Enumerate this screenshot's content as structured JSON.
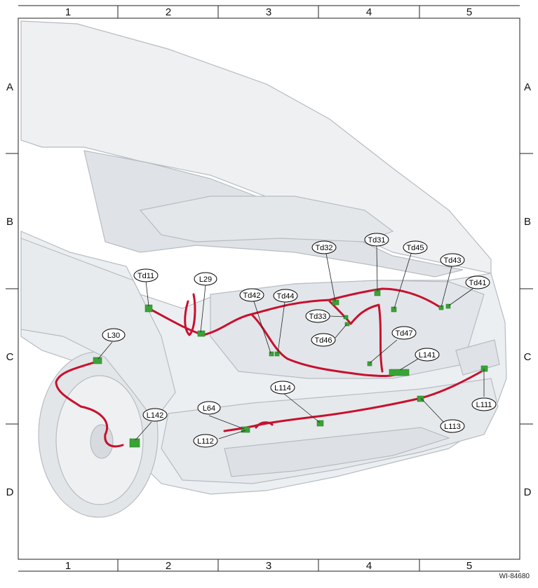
{
  "grid": {
    "columns": [
      "1",
      "2",
      "3",
      "4",
      "5"
    ],
    "rows": [
      "A",
      "B",
      "C",
      "D"
    ]
  },
  "reference_id": "WI-84680",
  "colors": {
    "harness": "#c8102e",
    "connector": "#3aa335",
    "body_fill": "#e9ecef",
    "body_stroke": "#b7bcc2"
  },
  "callouts": [
    {
      "id": "td11",
      "label": "Td11"
    },
    {
      "id": "l29",
      "label": "L29"
    },
    {
      "id": "td42",
      "label": "Td42"
    },
    {
      "id": "td44",
      "label": "Td44"
    },
    {
      "id": "td32",
      "label": "Td32"
    },
    {
      "id": "td31",
      "label": "Td31"
    },
    {
      "id": "td45",
      "label": "Td45"
    },
    {
      "id": "td43",
      "label": "Td43"
    },
    {
      "id": "td41",
      "label": "Td41"
    },
    {
      "id": "td33",
      "label": "Td33"
    },
    {
      "id": "td46",
      "label": "Td46"
    },
    {
      "id": "td47",
      "label": "Td47"
    },
    {
      "id": "l141",
      "label": "L141"
    },
    {
      "id": "l30",
      "label": "L30"
    },
    {
      "id": "l114",
      "label": "L114"
    },
    {
      "id": "l64",
      "label": "L64"
    },
    {
      "id": "l142",
      "label": "L142"
    },
    {
      "id": "l112",
      "label": "L112"
    },
    {
      "id": "l111",
      "label": "L111"
    },
    {
      "id": "l113",
      "label": "L113"
    }
  ]
}
